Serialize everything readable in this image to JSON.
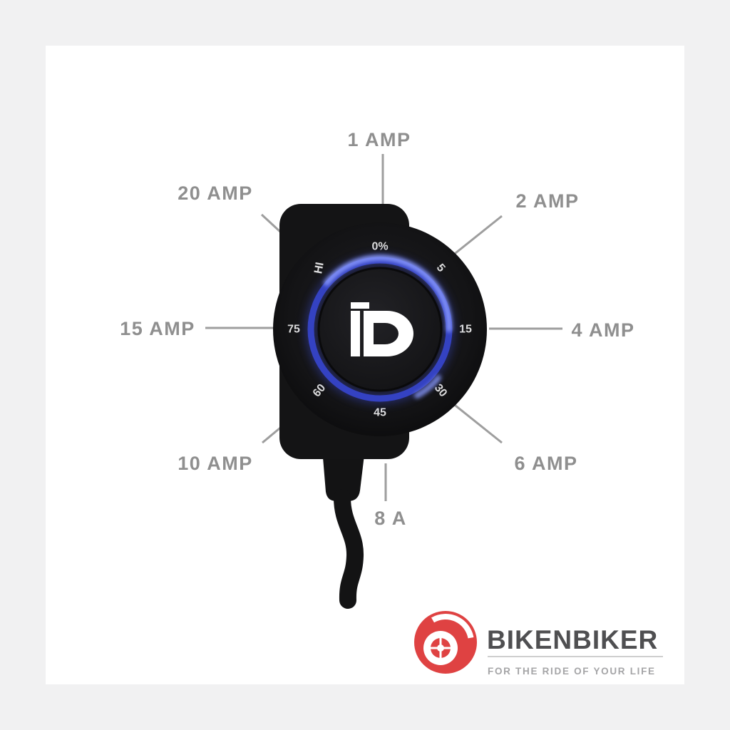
{
  "page": {
    "background": "#f1f1f2",
    "canvas_background": "#ffffff"
  },
  "device": {
    "description": "dial-dim-light-controller",
    "led_color": "#4050e8",
    "dial_marks": [
      {
        "label": "0%"
      },
      {
        "label": "5"
      },
      {
        "label": "15"
      },
      {
        "label": "30"
      },
      {
        "label": "45"
      },
      {
        "label": "60"
      },
      {
        "label": "75"
      },
      {
        "label": "HI"
      }
    ]
  },
  "annotations": [
    {
      "label": "1 AMP"
    },
    {
      "label": "2 AMP"
    },
    {
      "label": "4 AMP"
    },
    {
      "label": "6 AMP"
    },
    {
      "label": "8 A"
    },
    {
      "label": "10 AMP"
    },
    {
      "label": "15 AMP"
    },
    {
      "label": "20 AMP"
    }
  ],
  "brand": {
    "name": "BIKENBIKER",
    "tagline": "FOR THE RIDE OF YOUR LIFE",
    "accent": "#df4242"
  }
}
